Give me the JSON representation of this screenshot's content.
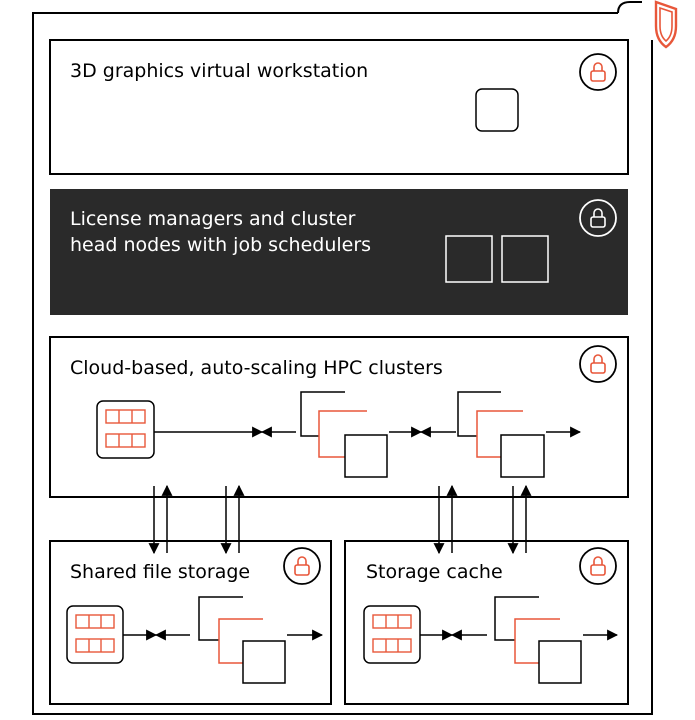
{
  "colors": {
    "accent": "#e8573a",
    "dark_panel": "#2a2a2a",
    "outline": "#000000",
    "background": "#ffffff"
  },
  "shield": {
    "icon": "shield-icon"
  },
  "panels": {
    "workstation": {
      "label": "3D graphics virtual workstation",
      "lock_icon": "lock-icon"
    },
    "license": {
      "label_line1": "License managers and cluster",
      "label_line2": "head nodes with job schedulers",
      "lock_icon": "lock-icon"
    },
    "hpc": {
      "label": "Cloud-based, auto-scaling HPC clusters",
      "lock_icon": "lock-icon"
    },
    "shared_storage": {
      "label": "Shared file storage",
      "lock_icon": "lock-icon"
    },
    "storage_cache": {
      "label": "Storage cache",
      "lock_icon": "lock-icon"
    }
  }
}
